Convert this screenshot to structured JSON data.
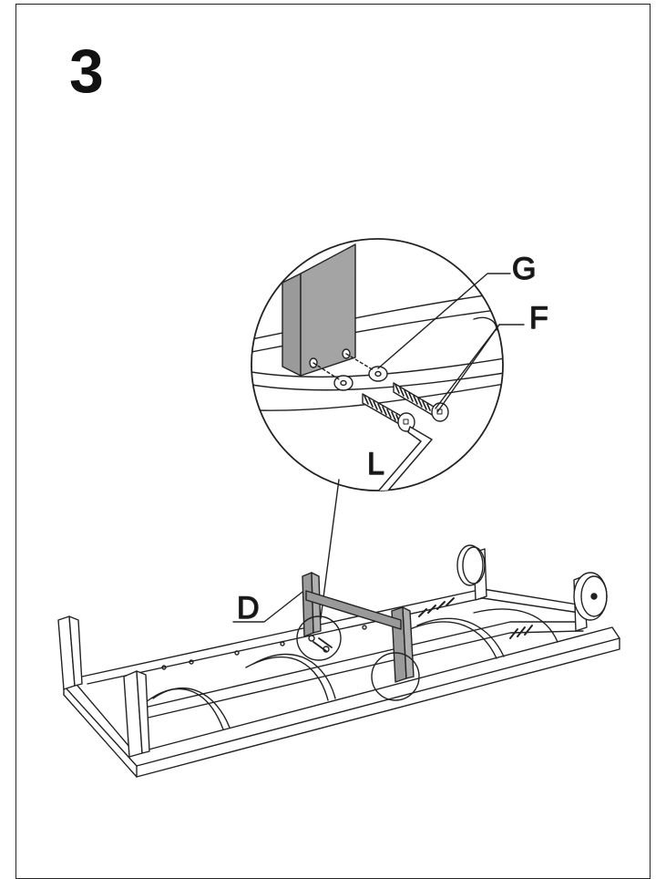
{
  "step": {
    "number": "3"
  },
  "callouts": {
    "g": "G",
    "f": "F",
    "l": "L",
    "d": "D"
  },
  "colors": {
    "line": "#222222",
    "part_fill": "#9a9a9a",
    "background": "#ffffff"
  }
}
